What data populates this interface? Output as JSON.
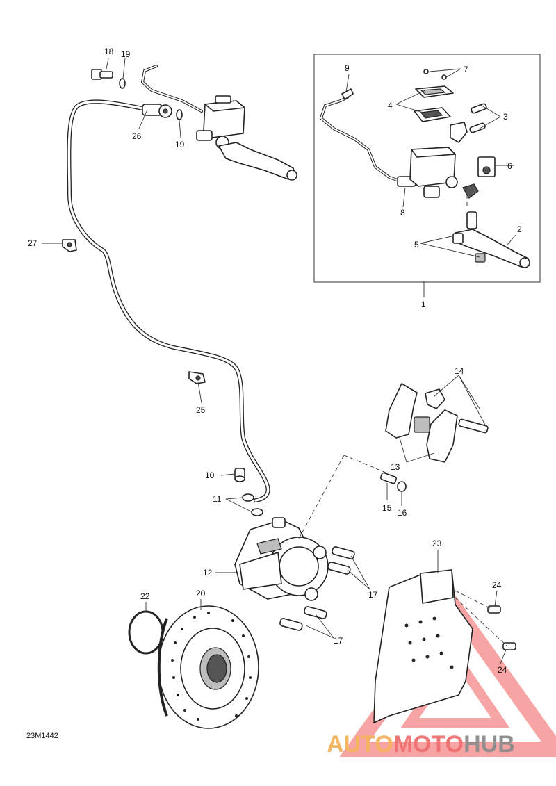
{
  "diagram": {
    "drawing_code": "23M1442",
    "callouts": {
      "c1": "1",
      "c2": "2",
      "c3": "3",
      "c4": "4",
      "c5": "5",
      "c6": "6",
      "c7": "7",
      "c8": "8",
      "c9": "9",
      "c10": "10",
      "c11": "11",
      "c12": "12",
      "c13": "13",
      "c14": "14",
      "c15": "15",
      "c16": "16",
      "c17a": "17",
      "c17b": "17",
      "c18": "18",
      "c19a": "19",
      "c19b": "19",
      "c20": "20",
      "c22": "22",
      "c23": "23",
      "c24a": "24",
      "c24b": "24",
      "c25": "25",
      "c26": "26",
      "c27": "27"
    }
  },
  "watermark": {
    "part1": "AUTO",
    "part2": "MOTO",
    "part3": "HUB",
    "colors": {
      "auto": "#f3b35a",
      "moto": "#ef6f6f",
      "hub": "#8c8c8c",
      "triangle": "#ef5a5a"
    }
  }
}
